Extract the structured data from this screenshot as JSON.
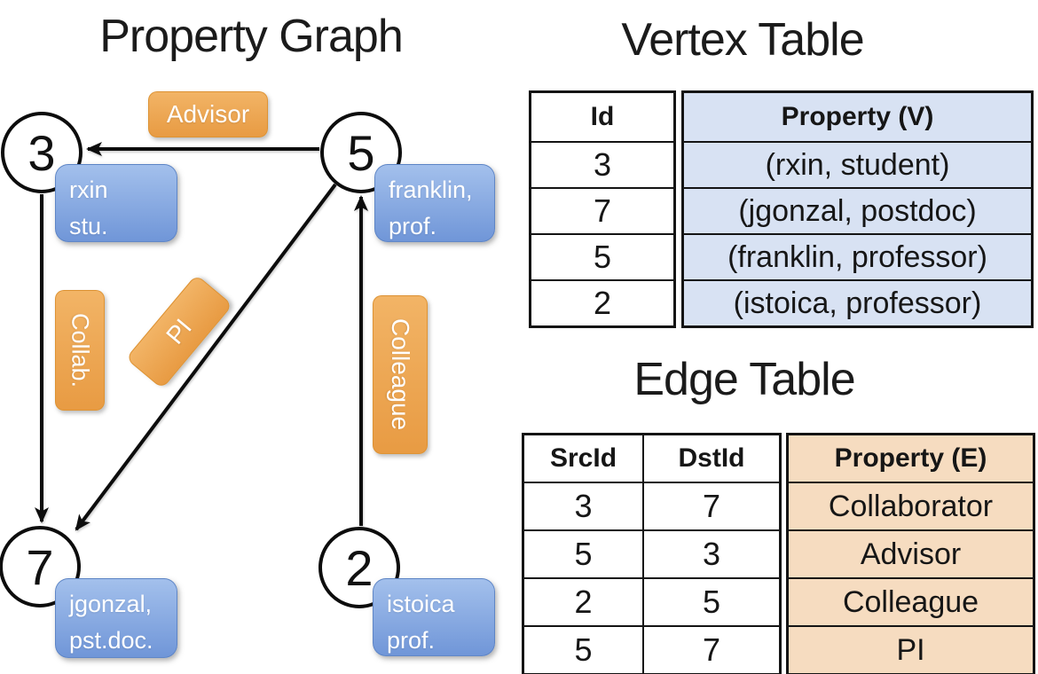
{
  "titles": {
    "graph": "Property Graph",
    "vertex": "Vertex Table",
    "edge": "Edge Table"
  },
  "graph": {
    "nodes": [
      {
        "id": "3"
      },
      {
        "id": "5"
      },
      {
        "id": "7"
      },
      {
        "id": "2"
      }
    ],
    "node_properties": [
      {
        "node": "3",
        "line1": "rxin",
        "line2": "stu."
      },
      {
        "node": "5",
        "line1": "franklin,",
        "line2": "prof."
      },
      {
        "node": "7",
        "line1": "jgonzal,",
        "line2": "pst.doc."
      },
      {
        "node": "2",
        "line1": "istoica",
        "line2": "prof."
      }
    ],
    "edge_labels": [
      {
        "label": "Advisor"
      },
      {
        "label": "Collab."
      },
      {
        "label": "PI"
      },
      {
        "label": "Colleague"
      }
    ],
    "edges": [
      {
        "src": "5",
        "dst": "3",
        "label": "Advisor"
      },
      {
        "src": "3",
        "dst": "7",
        "label": "Collab."
      },
      {
        "src": "5",
        "dst": "7",
        "label": "PI"
      },
      {
        "src": "2",
        "dst": "5",
        "label": "Colleague"
      }
    ]
  },
  "vertex_table": {
    "columns": [
      "Id",
      "Property (V)"
    ],
    "rows": [
      [
        "3",
        "(rxin, student)"
      ],
      [
        "7",
        "(jgonzal, postdoc)"
      ],
      [
        "5",
        "(franklin, professor)"
      ],
      [
        "2",
        "(istoica, professor)"
      ]
    ]
  },
  "edge_table": {
    "columns": [
      "SrcId",
      "DstId",
      "Property (E)"
    ],
    "rows": [
      [
        "3",
        "7",
        "Collaborator"
      ],
      [
        "5",
        "3",
        "Advisor"
      ],
      [
        "2",
        "5",
        "Colleague"
      ],
      [
        "5",
        "7",
        "PI"
      ]
    ]
  },
  "colors": {
    "orange_top": "#F2B466",
    "orange_bottom": "#E89B43",
    "blue_top": "#A3C0EC",
    "blue_bottom": "#7096D8",
    "vertex_cell_bg": "#D8E2F3",
    "edge_cell_bg": "#F6DCC0",
    "line": "#0D0D0D"
  }
}
